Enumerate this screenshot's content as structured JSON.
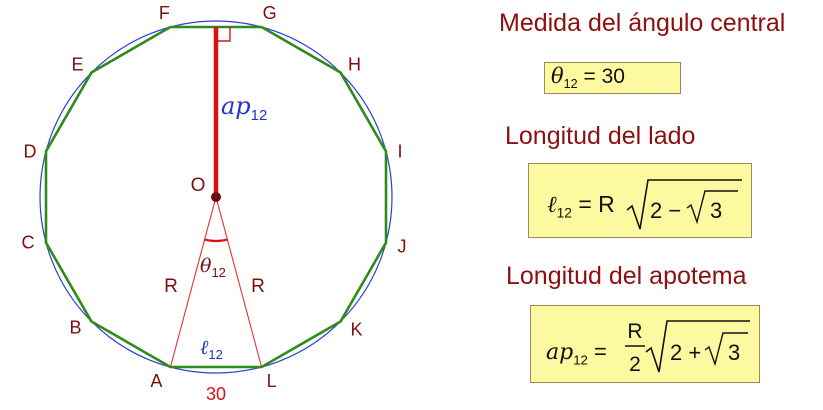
{
  "diagram": {
    "vertex_labels": [
      "A",
      "B",
      "C",
      "D",
      "E",
      "F",
      "G",
      "H",
      "I",
      "J",
      "K",
      "L"
    ],
    "center_label": "O",
    "radius_labels": [
      "R",
      "R"
    ],
    "apothem_label": {
      "main": "ap",
      "sub": "12"
    },
    "angle_label": {
      "main": "θ",
      "sub": "12"
    },
    "side_label": {
      "main": "ℓ",
      "sub": "12"
    },
    "side_value": "30",
    "colors": {
      "circle": "#2e3fcf",
      "polygon": "#2e8b1c",
      "apothem": "#dd1111",
      "radius": "#e83030",
      "label": "#7a0f0f",
      "accent_blue": "#2233cc",
      "box_fill": "#fdf9a0"
    }
  },
  "panel": {
    "central_angle": {
      "title": "Medida del ángulo central",
      "symbol": "θ",
      "sub": "12",
      "eq": "= 30"
    },
    "side_length": {
      "title": "Longitud del lado",
      "symbol": "ℓ",
      "sub": "12",
      "eq": "= R",
      "radicand_prefix": "2 −",
      "inner_radicand": "3"
    },
    "apothem_length": {
      "title": "Longitud del apotema",
      "symbol": "ap",
      "sub": "12",
      "eq": "=",
      "frac_num": "R",
      "frac_den": "2",
      "radicand_prefix": "2 +",
      "inner_radicand": "3"
    }
  }
}
